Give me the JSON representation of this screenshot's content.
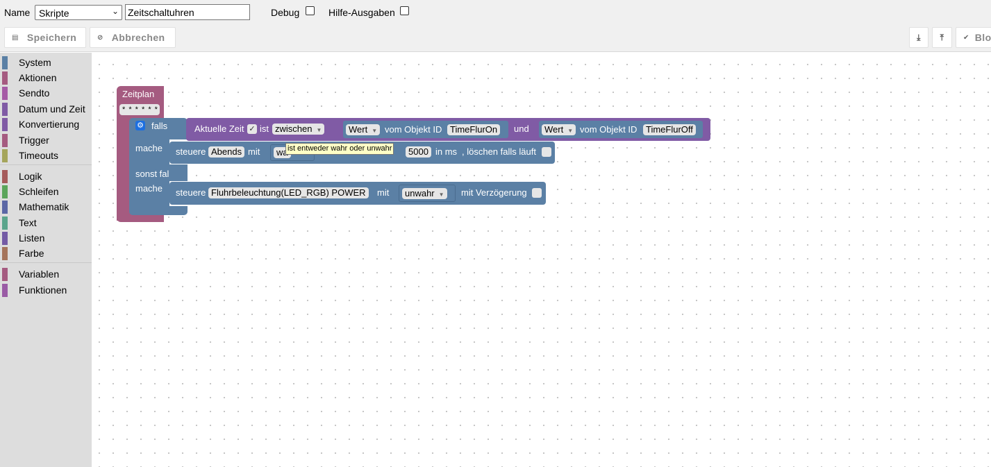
{
  "header": {
    "name_label": "Name",
    "folder_select": "Skripte",
    "script_name": "Zeitschaltuhren",
    "debug_label": "Debug",
    "hilfe_label": "Hilfe-Ausgaben"
  },
  "toolbar": {
    "save_label": "Speichern",
    "cancel_label": "Abbrechen",
    "blocks_label": "Blo"
  },
  "toolbox": {
    "categories": [
      {
        "label": "System",
        "color": "#5b80a5"
      },
      {
        "label": "Aktionen",
        "color": "#a55b80"
      },
      {
        "label": "Sendto",
        "color": "#a55ba5"
      },
      {
        "label": "Datum und Zeit",
        "color": "#805ba5"
      },
      {
        "label": "Konvertierung",
        "color": "#805ba5"
      },
      {
        "label": "Trigger",
        "color": "#a55b80"
      },
      {
        "label": "Timeouts",
        "color": "#a5a55b"
      },
      {
        "label": "Logik",
        "color": "#a55b5b"
      },
      {
        "label": "Schleifen",
        "color": "#5ba55b"
      },
      {
        "label": "Mathematik",
        "color": "#5b67a5"
      },
      {
        "label": "Text",
        "color": "#5ba58c"
      },
      {
        "label": "Listen",
        "color": "#745ba5"
      },
      {
        "label": "Farbe",
        "color": "#a5745b"
      },
      {
        "label": "Variablen",
        "color": "#a55b80"
      },
      {
        "label": "Funktionen",
        "color": "#9a5ba5"
      }
    ]
  },
  "blocks": {
    "zeitplan": {
      "title": "Zeitplan",
      "cron": "* * * * * *",
      "color": "#a55b80"
    },
    "if_block": {
      "falls": "falls",
      "mache": "mache",
      "sonst_falls": "sonst falls",
      "mache2": "mache",
      "color": "#5b80a5"
    },
    "condition": {
      "aktuelle_zeit": "Aktuelle Zeit",
      "ist": "ist",
      "operator": "zwischen",
      "wert1": "Wert",
      "vom_objekt_id1": "vom Objekt ID",
      "object1": "TimeFlurOn",
      "und": "und",
      "wert2": "Wert",
      "vom_objekt_id2": "vom Objekt ID",
      "object2": "TimeFlurOff",
      "color": "#805ba5"
    },
    "action1": {
      "steuere": "steuere",
      "target": "Abends",
      "mit": "mit",
      "value_partial": "wa",
      "delay": "5000",
      "in_ms": "in ms",
      "loeschen": ", löschen falls läuft"
    },
    "action2": {
      "steuere": "steuere",
      "target": "Fluhrbeleuchtung(LED_RGB) POWER",
      "mit": "mit",
      "value": "unwahr",
      "verzoegerung": "mit Verzögerung"
    },
    "tooltip": "ist entweder wahr oder unwahr"
  }
}
